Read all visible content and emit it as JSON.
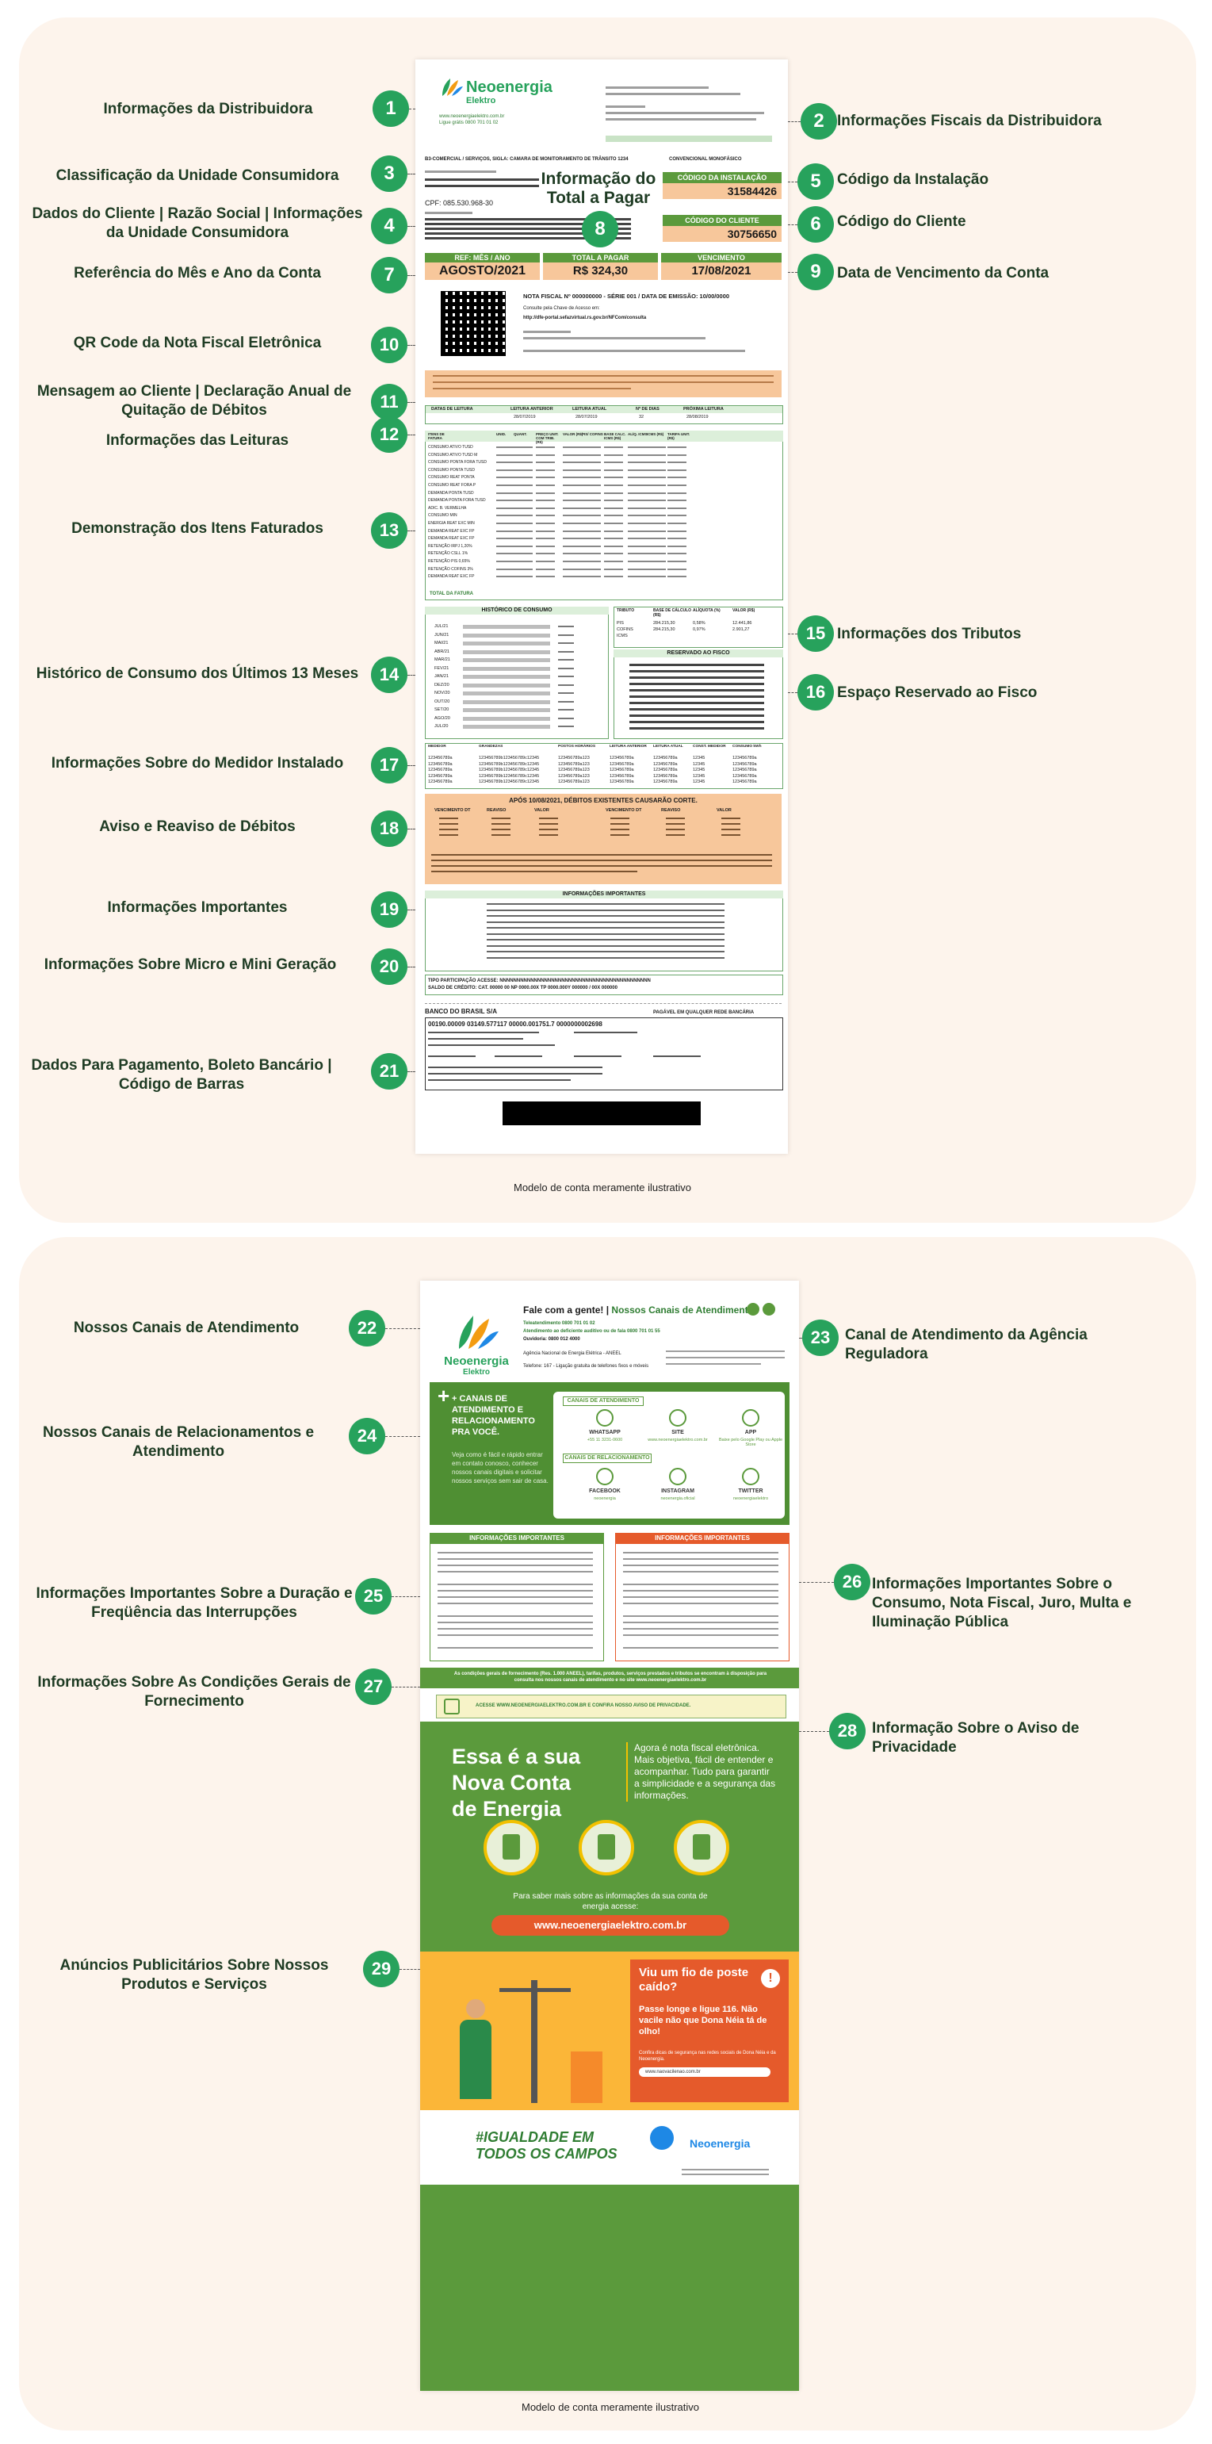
{
  "colors": {
    "brand_green": "#27a25c",
    "bill_green": "#5b9a3c",
    "orange": "#f7c79b",
    "panel_bg": "#fdf4ec"
  },
  "brand": {
    "name": "Neoenergia",
    "sub": "Elektro",
    "site": "www.neoenergiaelektro.com.br",
    "phone": "Ligue grátis 0800 701 01 02"
  },
  "labels": [
    {
      "n": "1",
      "text": "Informações da Distribuidora"
    },
    {
      "n": "2",
      "text": "Informações Fiscais da Distribuidora"
    },
    {
      "n": "3",
      "text": "Classificação da Unidade Consumidora"
    },
    {
      "n": "4",
      "text": "Dados do Cliente | Razão Social | Informações da Unidade Consumidora"
    },
    {
      "n": "5",
      "text": "Código da Instalação"
    },
    {
      "n": "6",
      "text": "Código do Cliente"
    },
    {
      "n": "7",
      "text": "Referência do Mês e Ano da Conta"
    },
    {
      "n": "8",
      "text": "Informação do Total a Pagar"
    },
    {
      "n": "9",
      "text": "Data de Vencimento da Conta"
    },
    {
      "n": "10",
      "text": "QR Code da Nota Fiscal Eletrônica"
    },
    {
      "n": "11",
      "text": "Mensagem ao Cliente | Declaração  Anual de Quitação de Débitos"
    },
    {
      "n": "12",
      "text": "Informações das Leituras"
    },
    {
      "n": "13",
      "text": "Demonstração dos Itens Faturados"
    },
    {
      "n": "14",
      "text": "Histórico de Consumo dos Últimos 13 Meses"
    },
    {
      "n": "15",
      "text": "Informações dos Tributos"
    },
    {
      "n": "16",
      "text": "Espaço Reservado ao Fisco"
    },
    {
      "n": "17",
      "text": "Informações Sobre do Medidor Instalado"
    },
    {
      "n": "18",
      "text": "Aviso e Reaviso de Débitos"
    },
    {
      "n": "19",
      "text": "Informações Importantes"
    },
    {
      "n": "20",
      "text": "Informações Sobre Micro e Mini Geração"
    },
    {
      "n": "21",
      "text": "Dados Para Pagamento, Boleto Bancário | Código de Barras"
    },
    {
      "n": "22",
      "text": "Nossos Canais de Atendimento"
    },
    {
      "n": "23",
      "text": "Canal de Atendimento da  Agência Reguladora"
    },
    {
      "n": "24",
      "text": "Nossos Canais de Relacionamentos e Atendimento"
    },
    {
      "n": "25",
      "text": "Informações Importantes Sobre a Duração e Freqüência das Interrupções"
    },
    {
      "n": "26",
      "text": "Informações Importantes Sobre o Consumo, Nota Fiscal, Juro, Multa e Iluminação Pública"
    },
    {
      "n": "27",
      "text": "Informações Sobre As Condições Gerais de Fornecimento"
    },
    {
      "n": "28",
      "text": "Informação Sobre o Aviso de Privacidade"
    },
    {
      "n": "29",
      "text": "Anúncios Publicitários Sobre Nossos Produtos e Serviços"
    }
  ],
  "caption": "Modelo de conta meramente ilustrativo",
  "bill1": {
    "classificacao": "B3-COMERCIAL / SERVIÇOS, SIGLA: CAMARA DE MONITORAMENTO DE TRÂNSITO 1234",
    "tipo_fornecimento": "CONVENCIONAL MONOFÁSICO",
    "cod_instalacao_label": "CÓDIGO DA INSTALAÇÃO",
    "cod_instalacao": "31584426",
    "cod_cliente_label": "CÓDIGO DO CLIENTE",
    "cod_cliente": "30756650",
    "cpf": "CPF: 085.530.968-30",
    "ref_label": "REF: MÊS / ANO",
    "ref": "AGOSTO/2021",
    "total_label": "TOTAL A PAGAR",
    "total": "R$ 324,30",
    "venc_label": "VENCIMENTO",
    "venc": "17/08/2021",
    "nota_fiscal": "NOTA FISCAL Nº 000000000 - SÉRIE 001 / DATA DE EMISSÃO: 10/00/0000",
    "consulta": "Consulte pela Chave de Acesso em:",
    "consulta_url": "http://dfe-portal.sefazvirtual.rs.gov.br/NFCom/consulta",
    "hist_title": "HISTÓRICO DE CONSUMO",
    "months": [
      "JUL/21",
      "JUN/21",
      "MAI/21",
      "ABR/21",
      "MAR/21",
      "FEV/21",
      "JAN/21",
      "DEZ/20",
      "NOV/20",
      "OUT/20",
      "SET/20",
      "AGO/20",
      "JUL/20"
    ],
    "tributos_header": [
      "TRIBUTO",
      "BASE DE CÁLCULO (R$)",
      "ALÍQUOTA (%)",
      "VALOR (R$)"
    ],
    "tributos": [
      [
        "PIS",
        "284.215,30",
        "0,58%",
        "12.441,86"
      ],
      [
        "COFINS",
        "284.215,30",
        "0,97%",
        "2.901,27"
      ],
      [
        "ICMS",
        "",
        "",
        ""
      ]
    ],
    "fisco_title": "RESERVADO AO FISCO",
    "aviso_title": "APÓS 10/08/2021, DÉBITOS EXISTENTES CAUSARÃO CORTE.",
    "aviso_header": [
      "VENCIMENTO DT",
      "REAVISO",
      "VALOR",
      "VENCIMENTO DT",
      "REAVISO",
      "VALOR"
    ],
    "info_title": "INFORMAÇÕES IMPORTANTES",
    "banco": "BANCO DO BRASIL S/A",
    "pagavel": "PAGÁVEL EM QUALQUER REDE BANCÁRIA",
    "linha_digitavel": "00190.00009 03149.577117 00000.001751.7 0000000002698",
    "leituras_header": [
      "DATAS DE LEITURA",
      "LEITURA ANTERIOR",
      "LEITURA ATUAL",
      "Nº DE DIAS",
      "PRÓXIMA LEITURA"
    ],
    "leituras": [
      "",
      "28/07/2019",
      "28/07/2019",
      "32",
      "28/08/2019"
    ],
    "itens_header": [
      "ITENS DE FATURA",
      "UNID.",
      "QUANT.",
      "PREÇO UNIT. COM TRIB. (R$)",
      "VALOR (R$)",
      "PIS/ COFINS",
      "BASE CALC. ICMS (R$)",
      "ALÍQ. ICMS",
      "ICMS (R$)",
      "TARIFA UNIT. (R$)"
    ],
    "itens": [
      "CONSUMO ATIVO TUSD",
      "CONSUMO ATIVO TUSD M",
      "CONSUMO PONTA FORA TUSD",
      "CONSUMO PONTA TUSD",
      "CONSUMO REAT PONTA",
      "CONSUMO REAT FORA P",
      "DEMANDA PONTA TUSD",
      "DEMANDA PONTA FORA TUSD",
      "ADIC. B. VERMELHA",
      "CONSUMO MIN",
      "ENERGIA REAT EXC MIN",
      "DEMANDA REAT EXC FP",
      "DEMANDA REAT EXC FP",
      "RETENÇÃO IRPJ 1,20%",
      "RETENÇÃO CSLL 1%",
      "RETENÇÃO PIS 0,65%",
      "RETENÇÃO COFINS 3%",
      "DEMANDA REAT EXC FP"
    ],
    "total_fatura": "TOTAL DA FATURA",
    "medidor_header": [
      "MEDIDOR",
      "GRANDEZAS",
      "POSTOS HORÁRIOS",
      "LEITURA ANTERIOR",
      "LEITURA ATUAL",
      "CONST. MEDIDOR",
      "CONSUMO kWh"
    ],
    "medidor_val": [
      "123456789a",
      "123456789b123456789c12345",
      "123456789a123",
      "123456789a",
      "123456789a",
      "12345",
      "123456789a"
    ],
    "micro_title": "INFORMAÇÕES MICRO E MINI GERAÇÃO",
    "micro1": "TIPO PARTICIPAÇÃO ACESSE: NNNNNNNNNNNNNNNNNNNNNNNNNNNNNNNNNNNNNNNNNNNN",
    "micro2": "SALDO DE CRÉDITO: CAT. 00000 00 NP 0000.00X TP 0000.000Y 000000 / 00X 000000",
    "pix": "BANCO DO BRASIL S/A"
  },
  "bill2": {
    "fale": "Fale com a gente!",
    "canais": "Nossos Canais de Atendimento",
    "tel1": "Teleatendimento 0800 701 01 02",
    "tel2": "Atendimento ao deficiente auditivo ou de fala 0800 701 01 55",
    "ouvidoria": "Ouvidoria: 0800 012 4000",
    "agencia": "Agência Nacional de Energia Elétrica - ANEEL",
    "aneel_tel": "Telefone: 167 - Ligação gratuita de telefones fixos e móveis",
    "canais_big": "+ CANAIS DE ATENDIMENTO E RELACIONAMENTO PRA VOCÊ.",
    "canais_sub": "Veja como é fácil e rápido entrar em contato conosco, conhecer nossos canais digitais e solicitar nossos serviços sem sair de casa.",
    "canal_atend": "CANAIS DE ATENDIMENTO",
    "canal_rel": "CANAIS DE RELACIONAMENTO",
    "whatsapp": "WHATSAPP",
    "whatsapp_num": "+55 11 3231-0600",
    "site": "SITE",
    "site_url": "www.neoenergiaelektro.com.br",
    "app": "APP",
    "app_txt": "Baixe pelo Google Play ou Apple Store",
    "facebook": "FACEBOOK",
    "facebook_txt": "neoenergia",
    "instagram": "INSTAGRAM",
    "instagram_txt": "neoenergia.oficial",
    "twitter": "TWITTER",
    "twitter_txt": "neoenergiaelektro",
    "info1_title": "INFORMAÇÕES IMPORTANTES",
    "info2_title": "INFORMAÇÕES IMPORTANTES",
    "cond_gerais": "As condições gerais de fornecimento (Res. 1.000 ANEEL), tarifas, produtos, serviços prestados e tributos se encontram à disposição para consulta nos nossos canais de atendimento e no site www.neoenergiaelektro.com.br",
    "privacidade": "ACESSE WWW.NEOENERGIAELEKTRO.COM.BR E CONFIRA NOSSO AVISO DE PRIVACIDADE.",
    "ad_title": "Essa é a sua Nova Conta de Energia",
    "ad_right": "Agora é nota fiscal eletrônica. Mais objetiva, fácil de entender e acompanhar. Tudo para garantir a simplicidade e a segurança das informações.",
    "ad_more": "Para saber mais sobre as informações da sua conta de energia acesse:",
    "ad_url": "www.neoenergiaelektro.com.br",
    "vfio_title": "Viu um fio de poste caído?",
    "vfio_text": "Passe longe e ligue 116. Não vacile não que Dona Néia tá de olho!",
    "vfio_small": "Confira dicas de segurança nas redes sociais de Dona Néia e da Neoenergia.",
    "vfio_url": "www.naovacilenao.com.br",
    "igualdade1": "#IGUALDADE EM",
    "igualdade2": "TODOS OS CAMPOS",
    "neo": "Neoenergia"
  }
}
